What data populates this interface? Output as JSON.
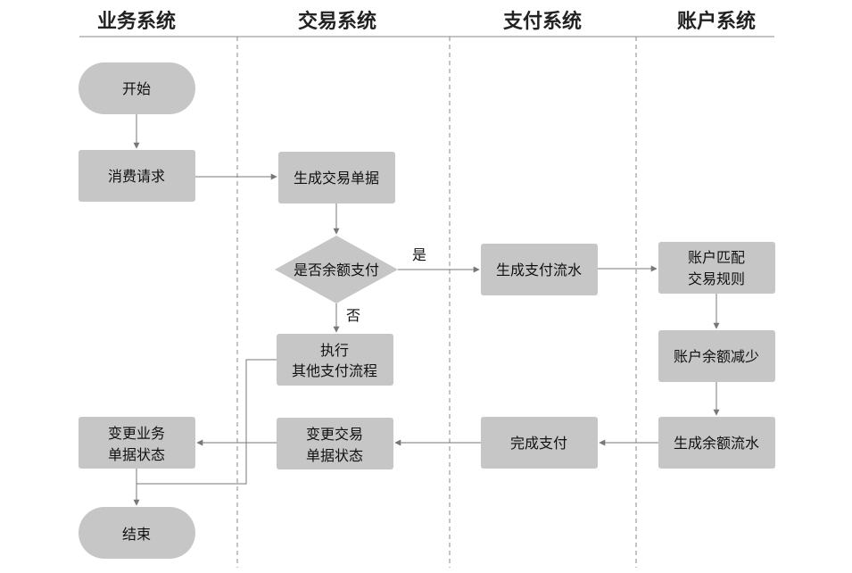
{
  "lanes": [
    {
      "id": "business",
      "title": "业务系统"
    },
    {
      "id": "trade",
      "title": "交易系统"
    },
    {
      "id": "payment",
      "title": "支付系统"
    },
    {
      "id": "account",
      "title": "账户系统"
    }
  ],
  "nodes": {
    "start": {
      "shape": "terminal",
      "lines": [
        "开始"
      ]
    },
    "consume_request": {
      "shape": "process",
      "lines": [
        "消费请求"
      ]
    },
    "gen_trade_doc": {
      "shape": "process",
      "lines": [
        "生成交易单据"
      ]
    },
    "balance_decision": {
      "shape": "decision",
      "lines": [
        "是否余额支付"
      ]
    },
    "other_payment": {
      "shape": "process",
      "lines": [
        "执行",
        "其他支付流程"
      ]
    },
    "gen_pay_flow": {
      "shape": "process",
      "lines": [
        "生成支付流水"
      ]
    },
    "match_rules": {
      "shape": "process",
      "lines": [
        "账户匹配",
        "交易规则"
      ]
    },
    "reduce_balance": {
      "shape": "process",
      "lines": [
        "账户余额减少"
      ]
    },
    "gen_balance_flow": {
      "shape": "process",
      "lines": [
        "生成余额流水"
      ]
    },
    "complete_payment": {
      "shape": "process",
      "lines": [
        "完成支付"
      ]
    },
    "update_trade": {
      "shape": "process",
      "lines": [
        "变更交易",
        "单据状态"
      ]
    },
    "update_business": {
      "shape": "process",
      "lines": [
        "变更业务",
        "单据状态"
      ]
    },
    "end": {
      "shape": "terminal",
      "lines": [
        "结束"
      ]
    }
  },
  "edge_labels": {
    "yes": "是",
    "no": "否"
  },
  "colors": {
    "node_fill": "#c6c6c6",
    "line": "#777777",
    "divider": "#888888",
    "text": "#111111"
  }
}
